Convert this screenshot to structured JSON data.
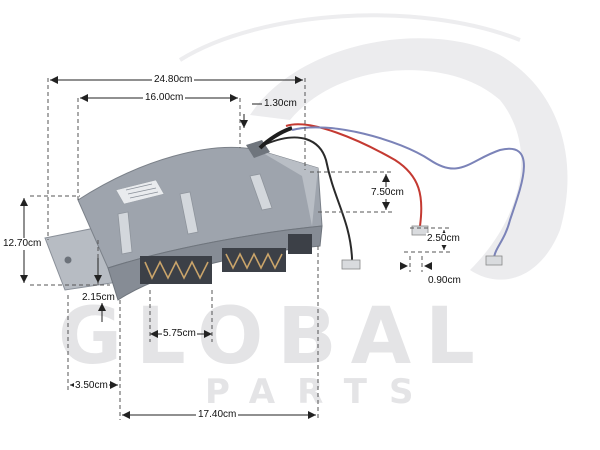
{
  "watermark": {
    "brand": "GLOBAL",
    "sub": "PARTS"
  },
  "dimensions": {
    "total_length": "24.80cm",
    "element_length": "16.00cm",
    "terminal_offset": "1.30cm",
    "terminal_height": "7.50cm",
    "height": "12.70cm",
    "plate_offset": "2.15cm",
    "slot_width": "5.75cm",
    "edge_offset": "3.50cm",
    "base_length": "17.40cm",
    "connector_length": "2.50cm",
    "connector_width": "0.90cm"
  },
  "colors": {
    "plate": "#9ea4ad",
    "wire_red": "#c43a32",
    "wire_black": "#2a2a2a",
    "wire_blue": "#7b83b8",
    "dim_line": "#222222"
  }
}
